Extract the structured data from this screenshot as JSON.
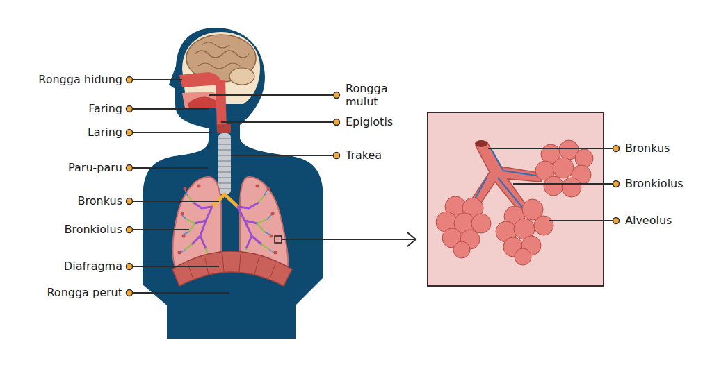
{
  "diagram": {
    "labels": [
      "Rongga hidung",
      "Rongga mulut",
      "Faring",
      "Epiglotis",
      "Laring",
      "Trakea",
      "Paru-paru",
      "Bronkus",
      "Bronkiolus",
      "Diafragma",
      "Rongga perut",
      "Bronkus",
      "Bronkiolus",
      "Alveolus"
    ]
  }
}
